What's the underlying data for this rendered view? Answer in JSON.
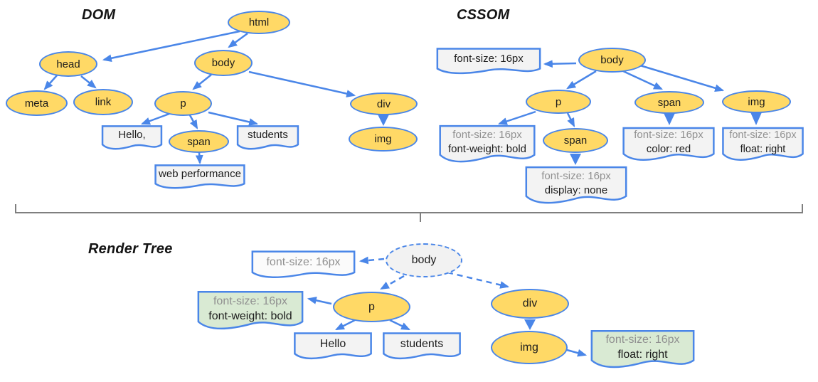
{
  "colors": {
    "node_fill": "#ffd966",
    "stroke_blue": "#4a86e8",
    "box_fill": "#f3f3f3",
    "green_box_fill": "#d9ead3",
    "render_root_fill": "#f2f2f2",
    "inherited_text_gray": "#909090",
    "brace_gray": "#7f7f7f"
  },
  "dom": {
    "title": "DOM",
    "nodes": {
      "html": "html",
      "head": "head",
      "body": "body",
      "meta": "meta",
      "link": "link",
      "p": "p",
      "span": "span",
      "div": "div",
      "img": "img"
    },
    "texts": {
      "hello": "Hello,",
      "students": "students",
      "web_performance": "web performance"
    }
  },
  "cssom": {
    "title": "CSSOM",
    "nodes": {
      "body": "body",
      "p": "p",
      "span_child": "span",
      "span": "span",
      "img": "img"
    },
    "rules": {
      "body": {
        "line1": "font-size: 16px"
      },
      "p": {
        "line1": "font-size: 16px",
        "line2": "font-weight: bold"
      },
      "span_child": {
        "line1": "font-size: 16px",
        "line2": "display: none"
      },
      "span": {
        "line1": "font-size: 16px",
        "line2": "color: red"
      },
      "img": {
        "line1": "font-size: 16px",
        "line2": "float: right"
      }
    }
  },
  "render": {
    "title": "Render Tree",
    "nodes": {
      "body": "body",
      "p": "p",
      "div": "div",
      "img": "img"
    },
    "texts": {
      "hello": "Hello",
      "students": "students"
    },
    "rules": {
      "body": {
        "line1": "font-size: 16px"
      },
      "p": {
        "line1": "font-size: 16px",
        "line2": "font-weight: bold"
      },
      "img": {
        "line1": "font-size: 16px",
        "line2": "float: right"
      }
    }
  }
}
